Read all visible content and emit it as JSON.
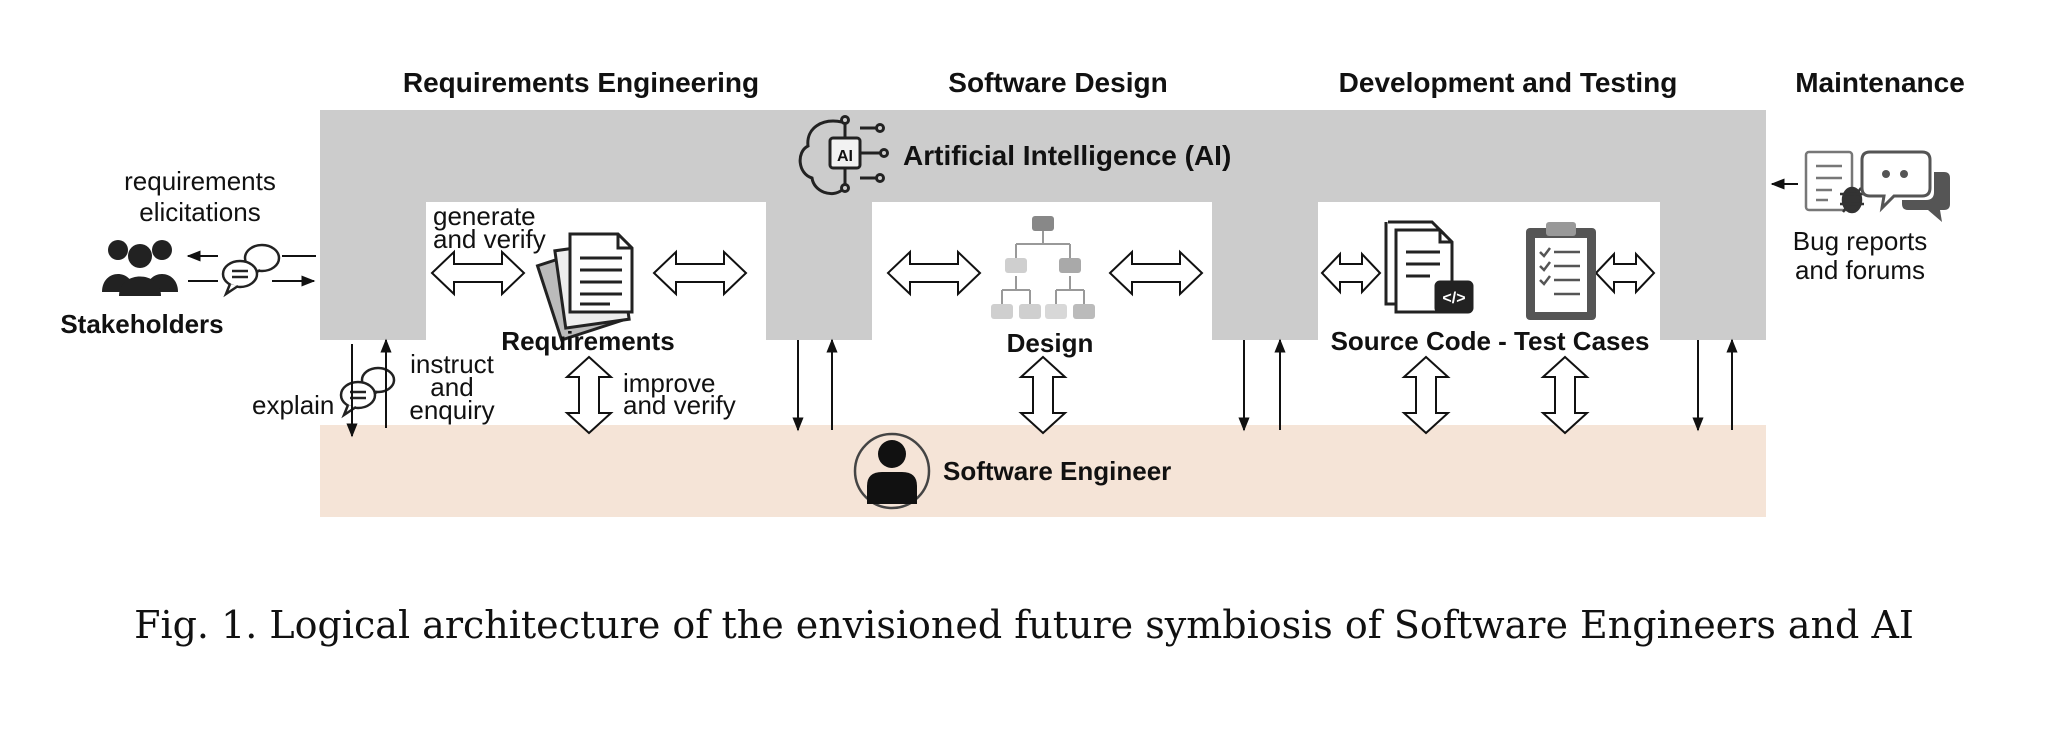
{
  "phases": {
    "requirements_engineering": "Requirements Engineering",
    "software_design": "Software Design",
    "development_testing": "Development and Testing",
    "maintenance": "Maintenance"
  },
  "ai": {
    "label": "Artificial Intelligence (AI)",
    "chip_text": "AI"
  },
  "stakeholders": {
    "label": "Stakeholders",
    "elicitation_line1": "requirements",
    "elicitation_line2": "elicitations"
  },
  "artifacts": {
    "requirements": "Requirements",
    "design": "Design",
    "code_tests": "Source Code - Test Cases",
    "code_icon_text": "</>"
  },
  "interactions": {
    "generate_line1": "generate",
    "generate_line2": "and verify",
    "improve_line1": "improve",
    "improve_line2": "and verify",
    "instruct_line1": "instruct",
    "instruct_line2": "and",
    "instruct_line3": "enquiry",
    "explain": "explain"
  },
  "maintenance_source": {
    "line1": "Bug reports",
    "line2": "and forums"
  },
  "engineer": {
    "label": "Software Engineer"
  },
  "caption": "Fig. 1.  Logical architecture of the envisioned future symbiosis of Software Engineers and AI",
  "colors": {
    "ai_layer": "#cccccc",
    "engineer_layer": "#f5e4d7",
    "icon_dark": "#222222",
    "icon_gray": "#888888",
    "design_node_dark": "#888888",
    "design_node_light": "#cfcfcf"
  }
}
